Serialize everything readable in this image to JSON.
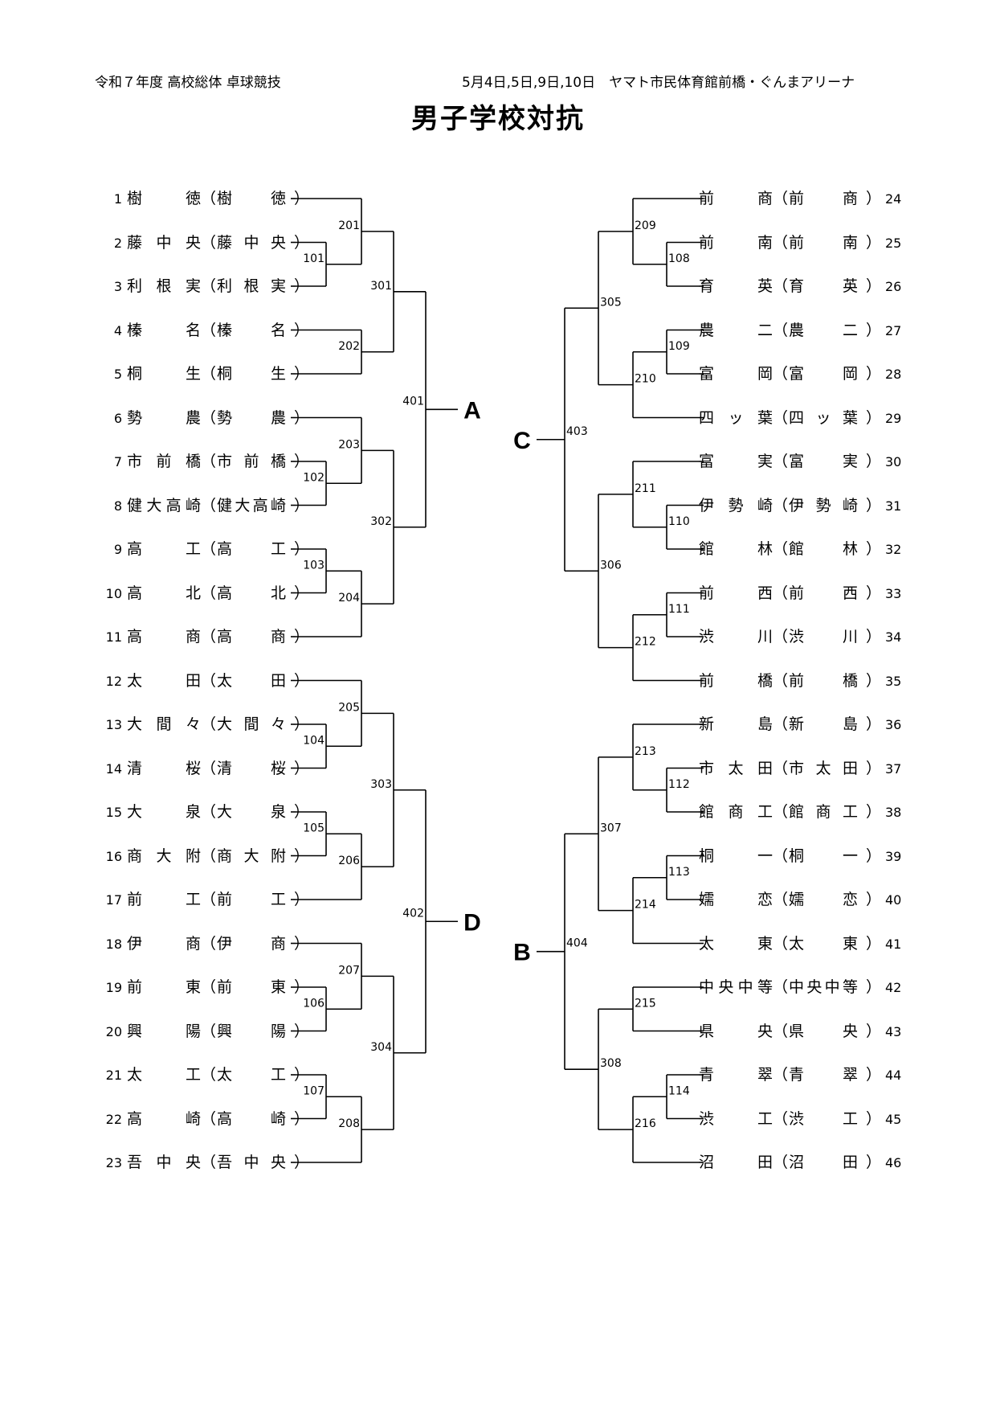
{
  "header": {
    "left": "令和７年度 高校総体 卓球競技",
    "right": "5月4日,5日,9日,10日　ヤマト市民体育館前橋・ぐんまアリーナ"
  },
  "title": "男子学校対抗",
  "left_teams": [
    {
      "num": "1",
      "name": "樹　徳",
      "short": "樹　徳"
    },
    {
      "num": "2",
      "name": "藤中央",
      "short": "藤中央"
    },
    {
      "num": "3",
      "name": "利根実",
      "short": "利根実"
    },
    {
      "num": "4",
      "name": "榛　名",
      "short": "榛　名"
    },
    {
      "num": "5",
      "name": "桐　生",
      "short": "桐　生"
    },
    {
      "num": "6",
      "name": "勢　農",
      "short": "勢　農"
    },
    {
      "num": "7",
      "name": "市前橋",
      "short": "市前橋"
    },
    {
      "num": "8",
      "name": "健大高崎",
      "short": "健大高崎"
    },
    {
      "num": "9",
      "name": "高　工",
      "short": "高　工"
    },
    {
      "num": "10",
      "name": "高　北",
      "short": "高　北"
    },
    {
      "num": "11",
      "name": "高　商",
      "short": "高　商"
    },
    {
      "num": "12",
      "name": "太　田",
      "short": "太　田"
    },
    {
      "num": "13",
      "name": "大間々",
      "short": "大間々"
    },
    {
      "num": "14",
      "name": "清　桜",
      "short": "清　桜"
    },
    {
      "num": "15",
      "name": "大　泉",
      "short": "大　泉"
    },
    {
      "num": "16",
      "name": "商大附",
      "short": "商大附"
    },
    {
      "num": "17",
      "name": "前　工",
      "short": "前　工"
    },
    {
      "num": "18",
      "name": "伊　商",
      "short": "伊　商"
    },
    {
      "num": "19",
      "name": "前　東",
      "short": "前　東"
    },
    {
      "num": "20",
      "name": "興　陽",
      "short": "興　陽"
    },
    {
      "num": "21",
      "name": "太　工",
      "short": "太　工"
    },
    {
      "num": "22",
      "name": "高　崎",
      "short": "高　崎"
    },
    {
      "num": "23",
      "name": "吾中央",
      "short": "吾中央"
    }
  ],
  "right_teams": [
    {
      "num": "24",
      "name": "前　商",
      "short": "前　商"
    },
    {
      "num": "25",
      "name": "前　南",
      "short": "前　南"
    },
    {
      "num": "26",
      "name": "育　英",
      "short": "育　英"
    },
    {
      "num": "27",
      "name": "農　二",
      "short": "農　二"
    },
    {
      "num": "28",
      "name": "富　岡",
      "short": "富　岡"
    },
    {
      "num": "29",
      "name": "四ッ葉",
      "short": "四ッ葉"
    },
    {
      "num": "30",
      "name": "富　実",
      "short": "富　実"
    },
    {
      "num": "31",
      "name": "伊勢崎",
      "short": "伊勢崎"
    },
    {
      "num": "32",
      "name": "館　林",
      "short": "館　林"
    },
    {
      "num": "33",
      "name": "前　西",
      "short": "前　西"
    },
    {
      "num": "34",
      "name": "渋　川",
      "short": "渋　川"
    },
    {
      "num": "35",
      "name": "前　橋",
      "short": "前　橋"
    },
    {
      "num": "36",
      "name": "新　島",
      "short": "新　島"
    },
    {
      "num": "37",
      "name": "市太田",
      "short": "市太田"
    },
    {
      "num": "38",
      "name": "館商工",
      "short": "館商工"
    },
    {
      "num": "39",
      "name": "桐　一",
      "short": "桐　一"
    },
    {
      "num": "40",
      "name": "嬬　恋",
      "short": "嬬　恋"
    },
    {
      "num": "41",
      "name": "太　東",
      "short": "太　東"
    },
    {
      "num": "42",
      "name": "中央中等",
      "short": "中央中等"
    },
    {
      "num": "43",
      "name": "県　央",
      "short": "県　央"
    },
    {
      "num": "44",
      "name": "青　翠",
      "short": "青　翠"
    },
    {
      "num": "45",
      "name": "渋　工",
      "short": "渋　工"
    },
    {
      "num": "46",
      "name": "沼　田",
      "short": "沼　田"
    }
  ],
  "matches": {
    "left": {
      "r1": [
        {
          "id": "101",
          "slots": [
            1,
            2
          ]
        },
        {
          "id": "102",
          "slots": [
            6,
            7
          ]
        },
        {
          "id": "103",
          "slots": [
            8,
            9
          ]
        },
        {
          "id": "104",
          "slots": [
            12,
            13
          ]
        },
        {
          "id": "105",
          "slots": [
            14,
            15
          ]
        },
        {
          "id": "106",
          "slots": [
            18,
            19
          ]
        },
        {
          "id": "107",
          "slots": [
            20,
            21
          ]
        }
      ],
      "r2": [
        {
          "id": "201",
          "a": [
            0
          ],
          "b": [
            "101"
          ]
        },
        {
          "id": "202",
          "a": [
            3
          ],
          "b": [
            4
          ]
        },
        {
          "id": "203",
          "a": [
            5
          ],
          "b": [
            "102"
          ]
        },
        {
          "id": "204",
          "a": [
            "103"
          ],
          "b": [
            10
          ]
        },
        {
          "id": "205",
          "a": [
            11
          ],
          "b": [
            "104"
          ]
        },
        {
          "id": "206",
          "a": [
            "105"
          ],
          "b": [
            16
          ]
        },
        {
          "id": "207",
          "a": [
            17
          ],
          "b": [
            "106"
          ]
        },
        {
          "id": "208",
          "a": [
            "107"
          ],
          "b": [
            22
          ]
        }
      ],
      "r3": [
        {
          "id": "301",
          "a": "201",
          "b": "202"
        },
        {
          "id": "302",
          "a": "203",
          "b": "204"
        },
        {
          "id": "303",
          "a": "205",
          "b": "206"
        },
        {
          "id": "304",
          "a": "207",
          "b": "208"
        }
      ],
      "r4": [
        {
          "id": "401",
          "a": "301",
          "b": "302",
          "block": "A"
        },
        {
          "id": "402",
          "a": "303",
          "b": "304",
          "block": "D"
        }
      ]
    },
    "right": {
      "r1": [
        {
          "id": "108",
          "slots": [
            1,
            2
          ]
        },
        {
          "id": "109",
          "slots": [
            3,
            4
          ]
        },
        {
          "id": "110",
          "slots": [
            7,
            8
          ]
        },
        {
          "id": "111",
          "slots": [
            9,
            10
          ]
        },
        {
          "id": "112",
          "slots": [
            13,
            14
          ]
        },
        {
          "id": "113",
          "slots": [
            15,
            16
          ]
        },
        {
          "id": "114",
          "slots": [
            20,
            21
          ]
        }
      ],
      "r2": [
        {
          "id": "209",
          "a": [
            0
          ],
          "b": [
            "108"
          ]
        },
        {
          "id": "210",
          "a": [
            "109"
          ],
          "b": [
            5
          ]
        },
        {
          "id": "211",
          "a": [
            6
          ],
          "b": [
            "110"
          ]
        },
        {
          "id": "212",
          "a": [
            "111"
          ],
          "b": [
            11
          ]
        },
        {
          "id": "213",
          "a": [
            12
          ],
          "b": [
            "112"
          ]
        },
        {
          "id": "214",
          "a": [
            "113"
          ],
          "b": [
            17
          ]
        },
        {
          "id": "215",
          "a": [
            18
          ],
          "b": [
            19
          ]
        },
        {
          "id": "216",
          "a": [
            "114"
          ],
          "b": [
            22
          ]
        }
      ],
      "r3": [
        {
          "id": "305",
          "a": "209",
          "b": "210"
        },
        {
          "id": "306",
          "a": "211",
          "b": "212"
        },
        {
          "id": "307",
          "a": "213",
          "b": "214"
        },
        {
          "id": "308",
          "a": "215",
          "b": "216"
        }
      ],
      "r4": [
        {
          "id": "403",
          "a": "305",
          "b": "306",
          "block": "C"
        },
        {
          "id": "404",
          "a": "307",
          "b": "308",
          "block": "B"
        }
      ]
    }
  }
}
